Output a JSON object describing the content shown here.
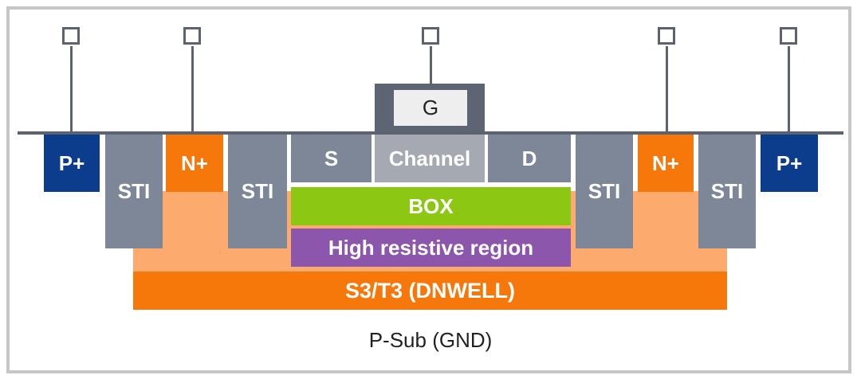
{
  "terminals": {
    "p_plus_left": "P+",
    "n_plus_left": "N+",
    "n_plus_right": "N+",
    "p_plus_right": "P+"
  },
  "regions": {
    "sti_1": "STI",
    "sti_2": "STI",
    "sti_3": "STI",
    "sti_4": "STI",
    "source": "S",
    "channel": "Channel",
    "drain": "D",
    "gate": "G",
    "box": "BOX",
    "high_resistive": "High resistive region",
    "dnwell": "S3/T3 (DNWELL)",
    "substrate": "P-Sub (GND)"
  },
  "colors": {
    "p_plus": "#0b3d8c",
    "n_plus": "#f7780a",
    "sti": "#7d8797",
    "nwell": "#fdaa6e",
    "dnwell": "#f7780a",
    "box": "#8cc813",
    "high_resistive": "#8d56ad",
    "channel": "#a4a9b2",
    "gate_body": "#5d6474",
    "gate_contact": "#eeeeee",
    "wire": "#5c6270",
    "frame": "#c6c6c6"
  }
}
